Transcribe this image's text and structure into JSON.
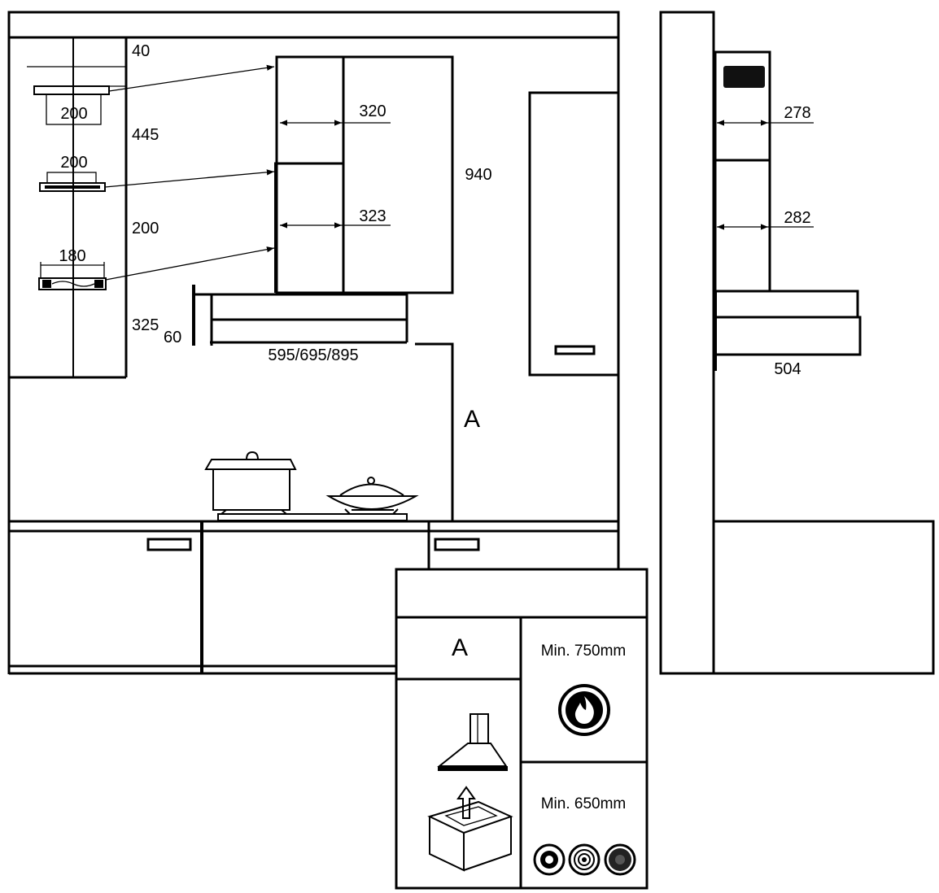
{
  "front_view": {
    "bracket_panel": {
      "top_gap": "40",
      "bracket_1_width": "200",
      "spacing_1_2": "445",
      "bracket_2_width": "200",
      "spacing_2_3": "200",
      "bracket_3_width": "180",
      "bottom_gap": "325",
      "hood_thickness": "60"
    },
    "chimney": {
      "upper_width": "320",
      "lower_width": "323",
      "height": "940"
    },
    "hood": {
      "widths": "595/695/895"
    },
    "clearance": {
      "label": "A"
    }
  },
  "side_view": {
    "upper_chimney_depth": "278",
    "lower_chimney_depth": "282",
    "hood_depth": "504"
  },
  "clearance_table": {
    "header": "A",
    "gas_row": {
      "minimum": "Min. 750mm",
      "icon": "gas-flame-icon"
    },
    "electric_row": {
      "minimum": "Min. 650mm",
      "icon": "electric-hob-icon"
    },
    "hood_icon": "chimney-hood-icon",
    "extraction_icon": "extraction-box-icon"
  }
}
